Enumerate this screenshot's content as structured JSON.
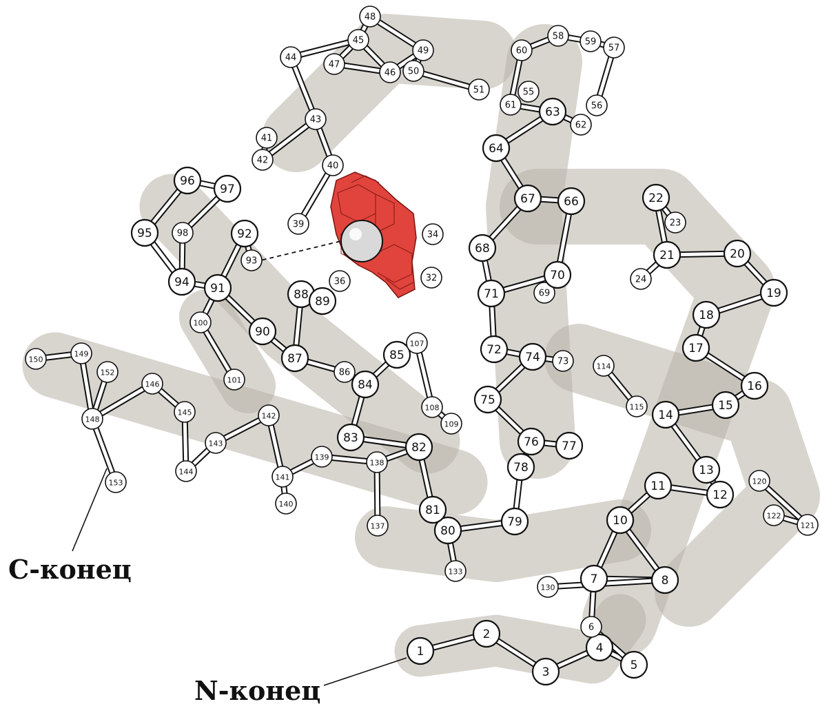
{
  "labels": {
    "c_terminus": "C-конец",
    "n_terminus": "N-конец"
  },
  "colors": {
    "heme": "#e0443c",
    "tube": "#b8b3a8",
    "line": "#111111"
  },
  "residues": [
    {
      "n": "1",
      "big": true
    },
    {
      "n": "2",
      "big": true
    },
    {
      "n": "3",
      "big": true
    },
    {
      "n": "4",
      "big": true
    },
    {
      "n": "5",
      "big": true
    },
    {
      "n": "6",
      "big": false
    },
    {
      "n": "7",
      "big": true
    },
    {
      "n": "8",
      "big": true
    },
    {
      "n": "10",
      "big": true
    },
    {
      "n": "11",
      "big": true
    },
    {
      "n": "12",
      "big": true
    },
    {
      "n": "13",
      "big": true
    },
    {
      "n": "14",
      "big": true
    },
    {
      "n": "15",
      "big": true
    },
    {
      "n": "16",
      "big": true
    },
    {
      "n": "17",
      "big": true
    },
    {
      "n": "18",
      "big": true
    },
    {
      "n": "19",
      "big": true
    },
    {
      "n": "20",
      "big": true
    },
    {
      "n": "21",
      "big": true
    },
    {
      "n": "22",
      "big": true
    },
    {
      "n": "23",
      "big": false
    },
    {
      "n": "24",
      "big": false
    },
    {
      "n": "32",
      "big": false
    },
    {
      "n": "34",
      "big": false
    },
    {
      "n": "36",
      "big": false
    },
    {
      "n": "39",
      "big": false
    },
    {
      "n": "40",
      "big": false
    },
    {
      "n": "41",
      "big": false
    },
    {
      "n": "42",
      "big": false
    },
    {
      "n": "43",
      "big": false
    },
    {
      "n": "44",
      "big": false
    },
    {
      "n": "45",
      "big": false
    },
    {
      "n": "46",
      "big": false
    },
    {
      "n": "47",
      "big": false
    },
    {
      "n": "48",
      "big": false
    },
    {
      "n": "49",
      "big": false
    },
    {
      "n": "50",
      "big": false
    },
    {
      "n": "51",
      "big": false
    },
    {
      "n": "55",
      "big": false
    },
    {
      "n": "56",
      "big": false
    },
    {
      "n": "57",
      "big": false
    },
    {
      "n": "58",
      "big": false
    },
    {
      "n": "59",
      "big": false
    },
    {
      "n": "60",
      "big": false
    },
    {
      "n": "61",
      "big": false
    },
    {
      "n": "62",
      "big": false
    },
    {
      "n": "63",
      "big": true
    },
    {
      "n": "64",
      "big": true
    },
    {
      "n": "66",
      "big": true
    },
    {
      "n": "67",
      "big": true
    },
    {
      "n": "68",
      "big": true
    },
    {
      "n": "69",
      "big": false
    },
    {
      "n": "70",
      "big": true
    },
    {
      "n": "71",
      "big": true
    },
    {
      "n": "72",
      "big": true
    },
    {
      "n": "73",
      "big": false
    },
    {
      "n": "74",
      "big": true
    },
    {
      "n": "75",
      "big": true
    },
    {
      "n": "76",
      "big": true
    },
    {
      "n": "77",
      "big": true
    },
    {
      "n": "78",
      "big": true
    },
    {
      "n": "79",
      "big": true
    },
    {
      "n": "80",
      "big": true
    },
    {
      "n": "81",
      "big": true
    },
    {
      "n": "82",
      "big": true
    },
    {
      "n": "83",
      "big": true
    },
    {
      "n": "84",
      "big": true
    },
    {
      "n": "85",
      "big": true
    },
    {
      "n": "86",
      "big": false
    },
    {
      "n": "87",
      "big": true
    },
    {
      "n": "88",
      "big": true
    },
    {
      "n": "89",
      "big": true
    },
    {
      "n": "90",
      "big": true
    },
    {
      "n": "91",
      "big": true
    },
    {
      "n": "92",
      "big": true
    },
    {
      "n": "93",
      "big": false
    },
    {
      "n": "94",
      "big": true
    },
    {
      "n": "95",
      "big": true
    },
    {
      "n": "96",
      "big": true
    },
    {
      "n": "97",
      "big": true
    },
    {
      "n": "98",
      "big": false
    },
    {
      "n": "100",
      "big": false
    },
    {
      "n": "101",
      "big": false
    },
    {
      "n": "107",
      "big": false
    },
    {
      "n": "108",
      "big": false
    },
    {
      "n": "109",
      "big": false
    },
    {
      "n": "114",
      "big": false
    },
    {
      "n": "115",
      "big": false
    },
    {
      "n": "120",
      "big": false
    },
    {
      "n": "121",
      "big": false
    },
    {
      "n": "122",
      "big": false
    },
    {
      "n": "130",
      "big": false
    },
    {
      "n": "133",
      "big": false
    },
    {
      "n": "137",
      "big": false
    },
    {
      "n": "138",
      "big": false
    },
    {
      "n": "139",
      "big": false
    },
    {
      "n": "140",
      "big": false
    },
    {
      "n": "141",
      "big": false
    },
    {
      "n": "142",
      "big": false
    },
    {
      "n": "143",
      "big": false
    },
    {
      "n": "144",
      "big": false
    },
    {
      "n": "145",
      "big": false
    },
    {
      "n": "146",
      "big": false
    },
    {
      "n": "148",
      "big": false
    },
    {
      "n": "149",
      "big": false
    },
    {
      "n": "150",
      "big": false
    },
    {
      "n": "152",
      "big": false
    },
    {
      "n": "153",
      "big": false
    }
  ]
}
